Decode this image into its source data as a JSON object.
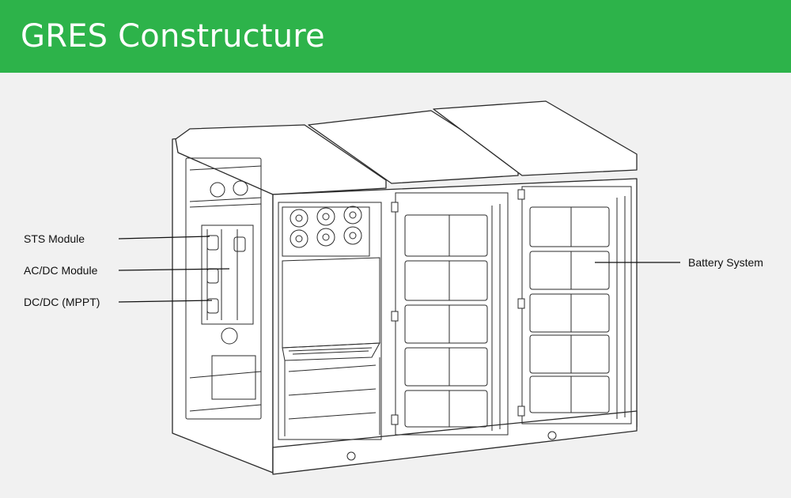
{
  "header": {
    "title": "GRES Constructure",
    "background_color": "#2db34a",
    "text_color": "#ffffff"
  },
  "diagram": {
    "labels": {
      "sts_module": "STS Module",
      "acdc_module": "AC/DC Module",
      "dcdc_mppt": "DC/DC (MPPT)",
      "battery_system": "Battery System"
    },
    "line_color": "#2b2b2b",
    "fill_color": "#ffffff"
  }
}
